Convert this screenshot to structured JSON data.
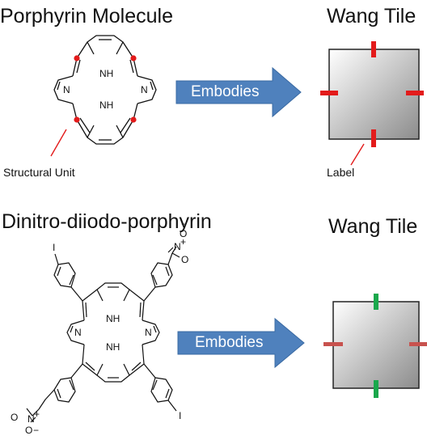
{
  "top": {
    "title": "Porphyrin Molecule",
    "tile_title": "Wang Tile",
    "arrow_label": "Embodies",
    "callout_left": "Structural Unit",
    "callout_right": "Label",
    "label_color": "#e31b1b",
    "atom_n": "N",
    "atom_nh": "NH"
  },
  "bottom": {
    "title": "Dinitro-diiodo-porphyrin",
    "tile_title": "Wang Tile",
    "arrow_label": "Embodies",
    "vertical_label_color": "#1aa84c",
    "horizontal_label_color": "#c8524e",
    "atom_n": "N",
    "atom_nh": "NH",
    "atom_i": "I",
    "nitro_n": "N",
    "nitro_plus": "+",
    "nitro_o": "O",
    "nitro_minus": "−"
  },
  "colors": {
    "arrow": "#4f81bd",
    "tile_light": "#ffffff",
    "tile_dark": "#8c8c8c",
    "dot": "#e31b1b"
  }
}
